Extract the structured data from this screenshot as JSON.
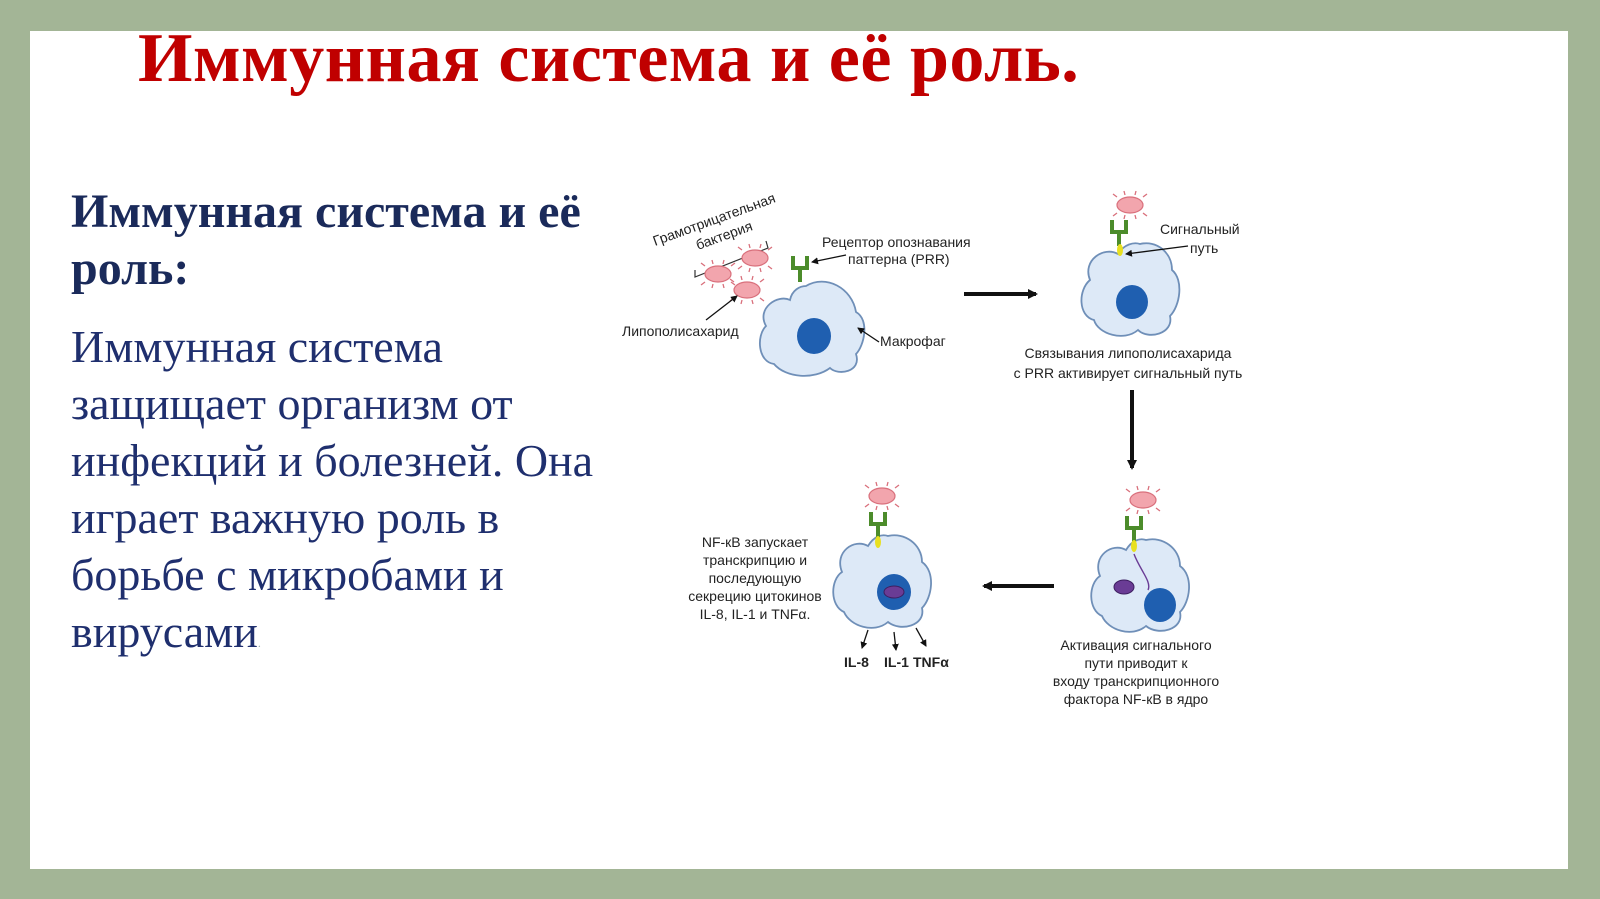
{
  "title": "Иммунная система и её роль.",
  "subtitle": "Иммунная система и её роль:",
  "body": "Иммунная система защищает организм от инфекций и болезней. Она играет важную роль в борьбе с микробами и вирусами",
  "body_tail": ".",
  "diagram": {
    "step1": {
      "bacteria_label_line1": "Грамотрицательная",
      "bacteria_label_line2": "бактерия",
      "prr_label_line1": "Рецептор опознавания",
      "prr_label_line2": "паттерна (PRR)",
      "lps_label": "Липополисахарид",
      "macrophage_label": "Макрофаг"
    },
    "step2": {
      "signal_label_line1": "Сигнальный",
      "signal_label_line2": "путь",
      "caption_line1": "Связывания липополисахарида",
      "caption_line2": "с PRR активирует сигнальный путь"
    },
    "step3": {
      "caption_line1": "Активация сигнального",
      "caption_line2": "пути приводит к",
      "caption_line3": "входу транскрипционного",
      "caption_line4": "фактора NF-кВ в ядро"
    },
    "step4": {
      "caption_line1": "NF-кВ запускает",
      "caption_line2": "транскрипцию и",
      "caption_line3": "последующую",
      "caption_line4": "секрецию цитокинов",
      "caption_line5": "IL-8, IL-1 и TNFα.",
      "cytokine1": "IL-8",
      "cytokine2": "IL-1",
      "cytokine3": "TNFα"
    },
    "colors": {
      "cell_fill": "#dde9f7",
      "cell_stroke": "#6f8fb8",
      "nucleus": "#1f5fb0",
      "receptor": "#4c8c2b",
      "bacteria": "#f2a5ad",
      "signal": "#e8e020",
      "nfkb": "#6a3c95",
      "arrow": "#111111"
    }
  }
}
